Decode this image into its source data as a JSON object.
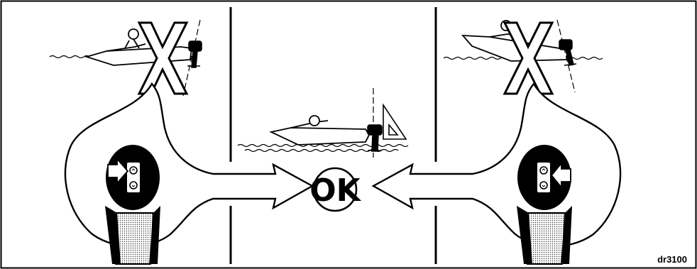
{
  "ok_label": "OK",
  "figure_id": "dr3100",
  "panels": [
    {
      "position": "left",
      "verdict_mark": "X",
      "trim": "tilted-in"
    },
    {
      "position": "center",
      "verdict_mark": "OK",
      "trim": "neutral"
    },
    {
      "position": "right",
      "verdict_mark": "X",
      "trim": "tilted-out"
    }
  ],
  "colors": {
    "ink": "#000000",
    "paper": "#ffffff",
    "stipple": "#b8b8b8"
  }
}
